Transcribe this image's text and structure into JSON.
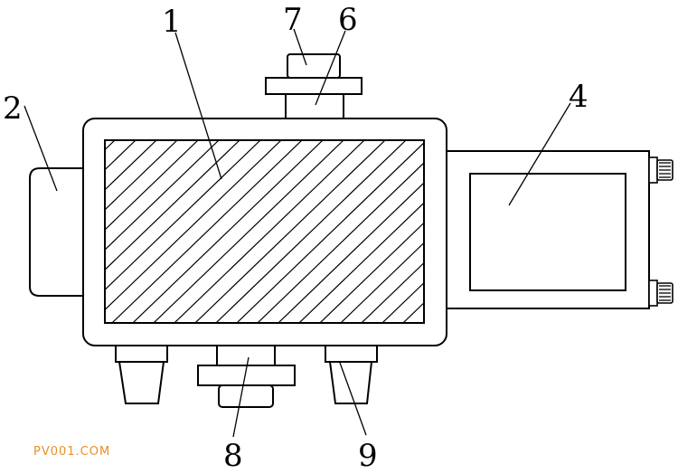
{
  "labels": {
    "l1": "1",
    "l2": "2",
    "l4": "4",
    "l6": "6",
    "l7": "7",
    "l8": "8",
    "l9": "9"
  },
  "watermark": {
    "text": "PV001.COM",
    "color": "#e8902a"
  },
  "colors": {
    "line": "#000000",
    "background": "#ffffff"
  }
}
